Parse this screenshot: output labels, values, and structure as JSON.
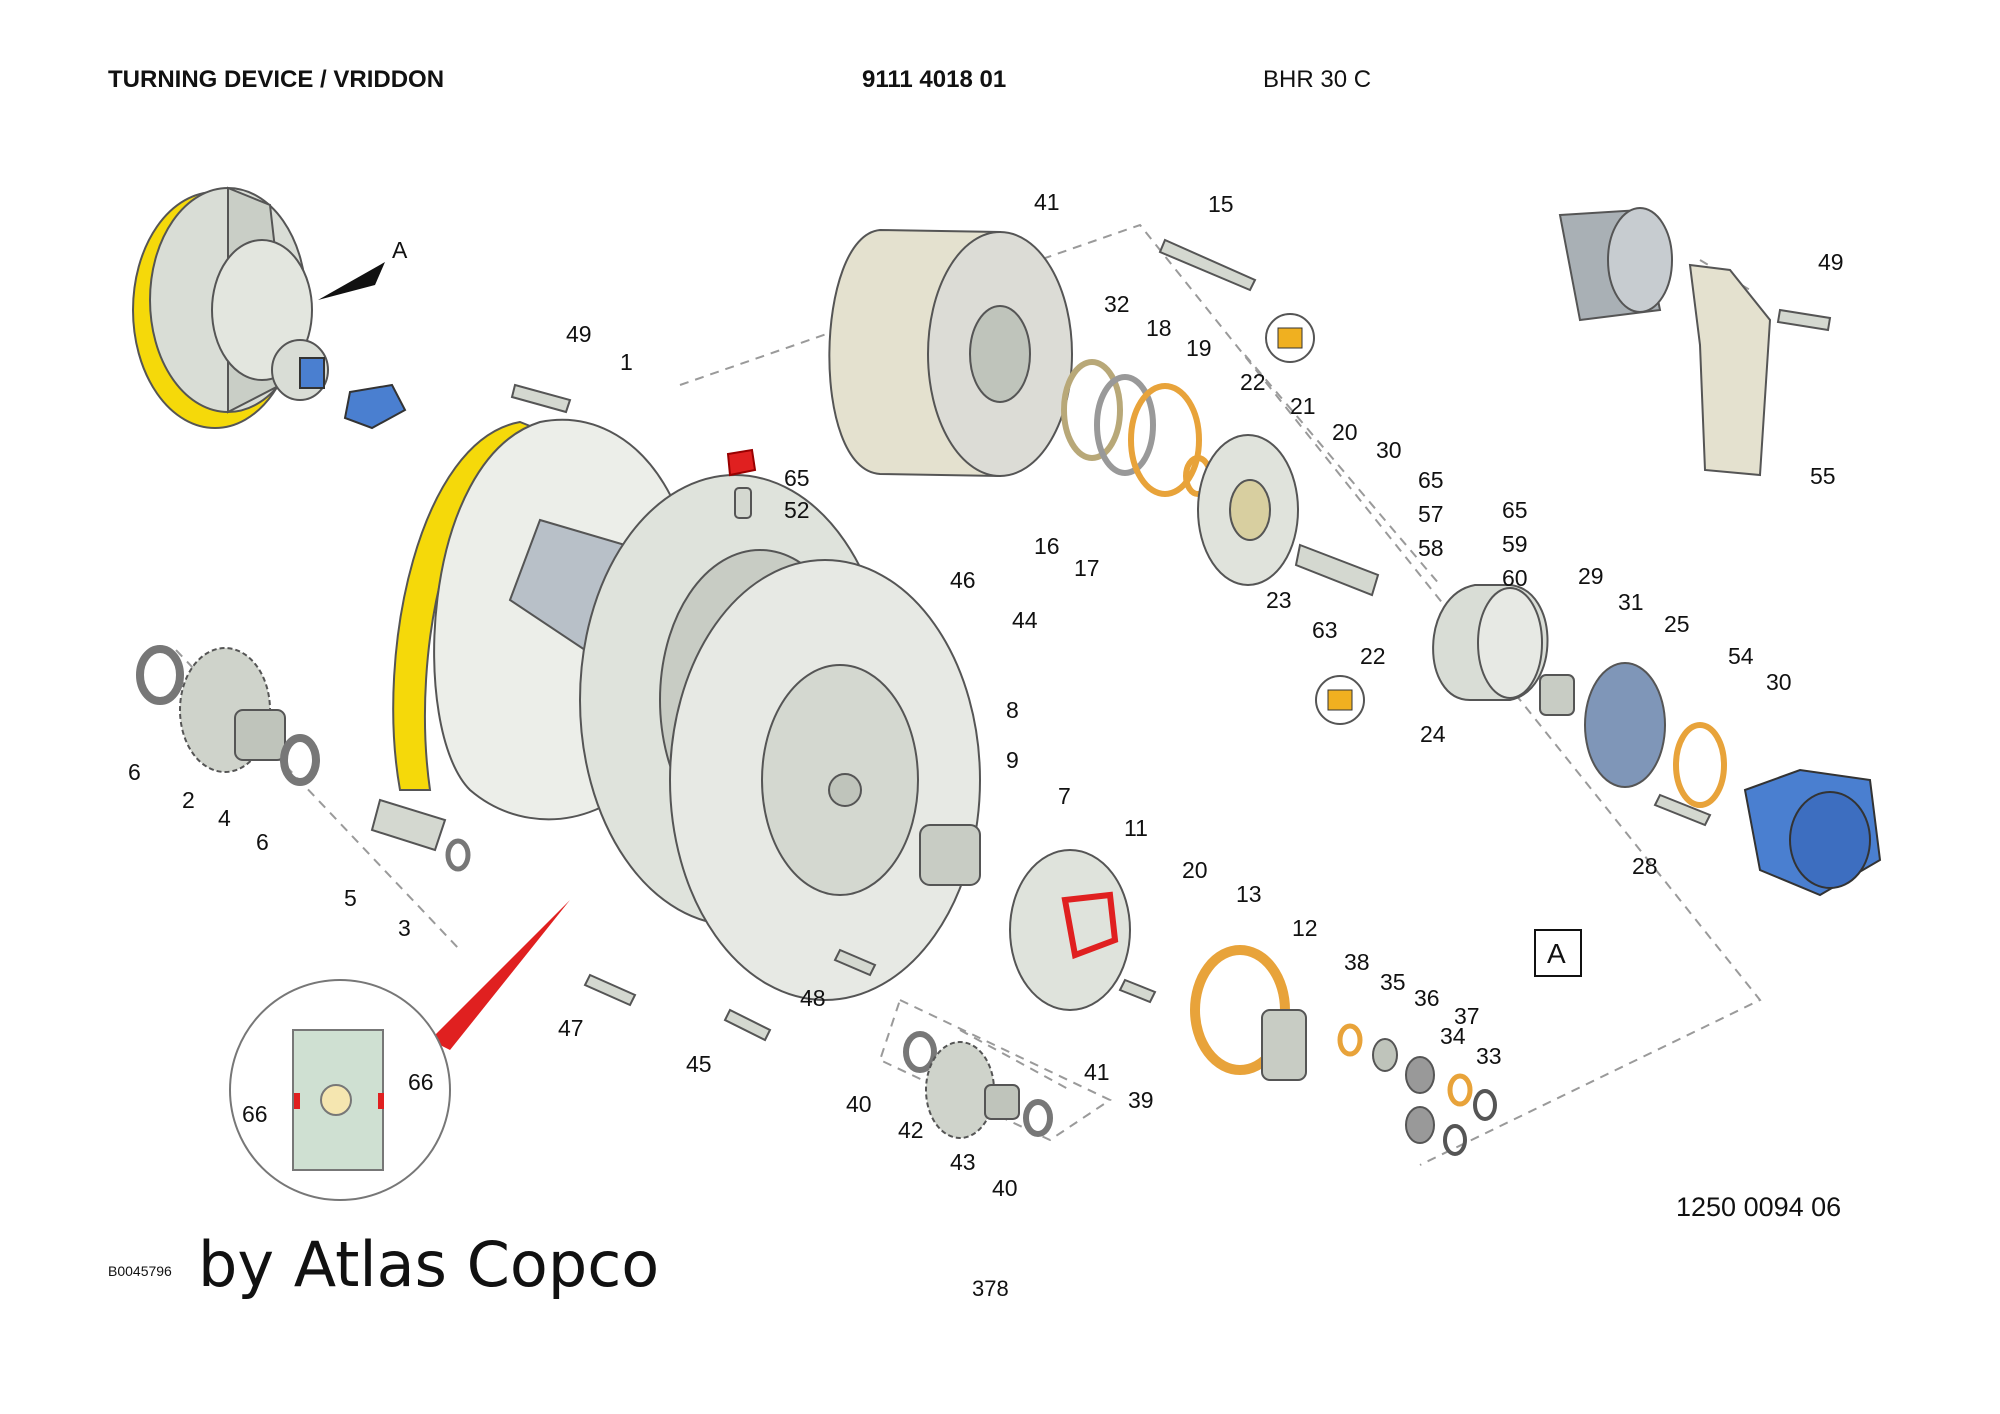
{
  "header": {
    "title": "TURNING DEVICE / VRIDDON",
    "part_number": "9111 4018 01",
    "model": "BHR 30 C"
  },
  "diagram": {
    "view_marker": "A",
    "detail_label": "A",
    "callouts": {
      "c1": "1",
      "c2": "2",
      "c3": "3",
      "c4": "4",
      "c5": "5",
      "c6a": "6",
      "c6b": "6",
      "c7": "7",
      "c8": "8",
      "c9": "9",
      "c11": "11",
      "c12": "12",
      "c13": "13",
      "c15": "15",
      "c16": "16",
      "c17": "17",
      "c18": "18",
      "c19": "19",
      "c20a": "20",
      "c20b": "20",
      "c21": "21",
      "c22a": "22",
      "c22b": "22",
      "c23": "23",
      "c24": "24",
      "c25": "25",
      "c28": "28",
      "c29": "29",
      "c30a": "30",
      "c30b": "30",
      "c31": "31",
      "c32": "32",
      "c33": "33",
      "c34": "34",
      "c35": "35",
      "c36": "36",
      "c37": "37",
      "c38": "38",
      "c39": "39",
      "c40a": "40",
      "c40b": "40",
      "c41a": "41",
      "c41b": "41",
      "c42": "42",
      "c43": "43",
      "c44": "44",
      "c45": "45",
      "c46": "46",
      "c47": "47",
      "c48": "48",
      "c49a": "49",
      "c49b": "49",
      "c52": "52",
      "c54": "54",
      "c55": "55",
      "c57": "57",
      "c58": "58",
      "c59": "59",
      "c60": "60",
      "c63": "63",
      "c65a": "65",
      "c65b": "65",
      "c65c": "65",
      "c66a": "66",
      "c66b": "66"
    }
  },
  "footer": {
    "image_code": "B0045796",
    "brand": "by Atlas Copco",
    "page_number": "378",
    "drawing_number": "1250 0094 06"
  },
  "colors": {
    "highlight_yellow": "#f5d90a",
    "motor_blue": "#4a7fd0",
    "seal_orange": "#e8a33a",
    "callout_red": "#e02020",
    "part_grey": "#d9ddd6"
  }
}
